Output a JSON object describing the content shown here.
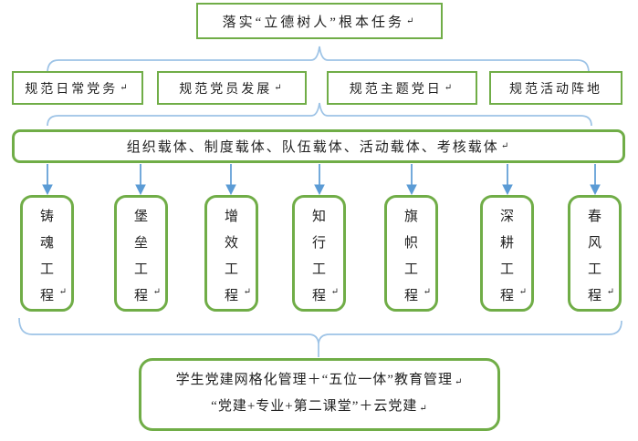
{
  "diagram": {
    "title_box": "落实“立德树人”根本任务",
    "row2": [
      "规范日常党务",
      "规范党员发展",
      "规范主题党日",
      "规范活动阵地"
    ],
    "carriers_box": "组织载体、制度载体、队伍载体、活动载体、考核载体",
    "projects": [
      "铸魂工程",
      "堡垒工程",
      "增效工程",
      "知行工程",
      "旗帜工程",
      "深耕工程",
      "春风工程"
    ],
    "bottom_box": {
      "line1": "学生党建网格化管理＋“五位一体”教育管理",
      "line2": "“党建+专业+第二课堂”＋云党建"
    },
    "return_mark": "↵",
    "colors": {
      "box_border_green": "#70ad47",
      "brace_blue": "#9dc3e6",
      "arrow_blue": "#5b9bd5",
      "text": "#1f1f1f",
      "background": "#ffffff"
    }
  }
}
